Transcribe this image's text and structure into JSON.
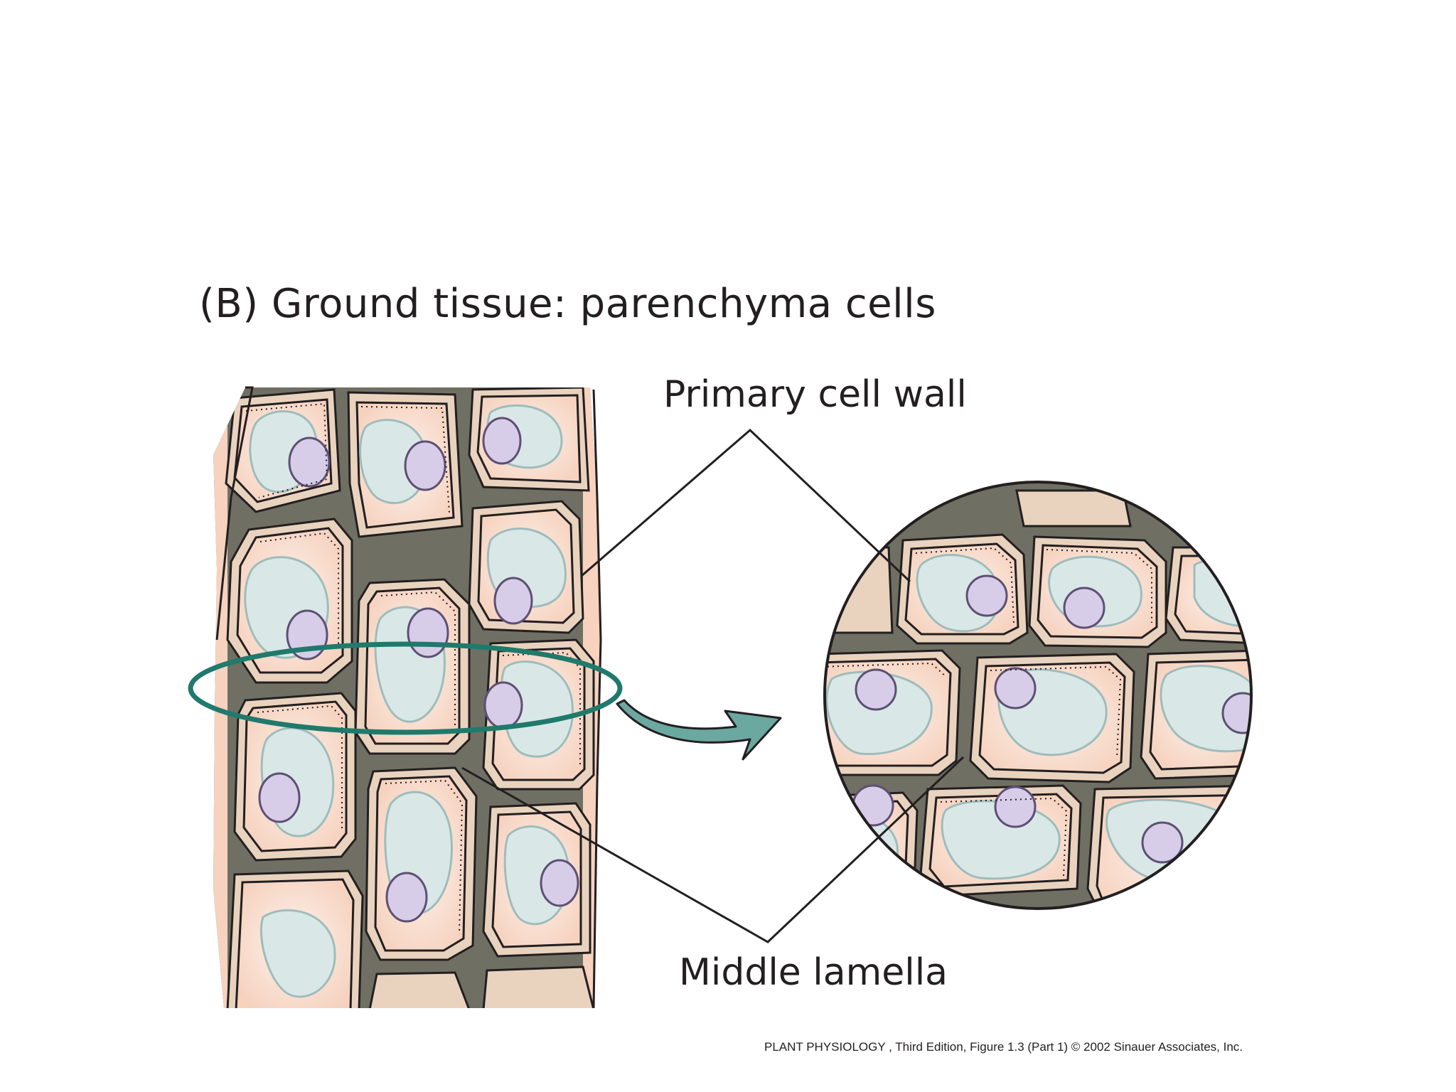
{
  "figure": {
    "title": "(B)  Ground tissue: parenchyma cells",
    "labels": {
      "primary_cell_wall": "Primary cell wall",
      "middle_lamella": "Middle lamella"
    },
    "credit": "PLANT PHYSIOLOGY , Third Edition, Figure 1.3 (Part 1)  © 2002 Sinauer Associates, Inc."
  },
  "colors": {
    "cell_wall": "#e9d3be",
    "cell_wall_outline": "#231f20",
    "middle_lamella_fill": "#6f6f63",
    "cell_interior": "#fbe6d8",
    "vacuole": "#d9e8e6",
    "vacuole_outline": "#9fbcbc",
    "nucleus": "#d7cde8",
    "nucleus_outline": "#5e4f74",
    "section_ring": "#1f7a6c",
    "arrow": "#6aa8a0",
    "leader_line": "#231f20"
  },
  "icons": {
    "section_marker": "ellipse-ring-icon",
    "magnify_arrow": "curved-arrow-right-icon"
  }
}
